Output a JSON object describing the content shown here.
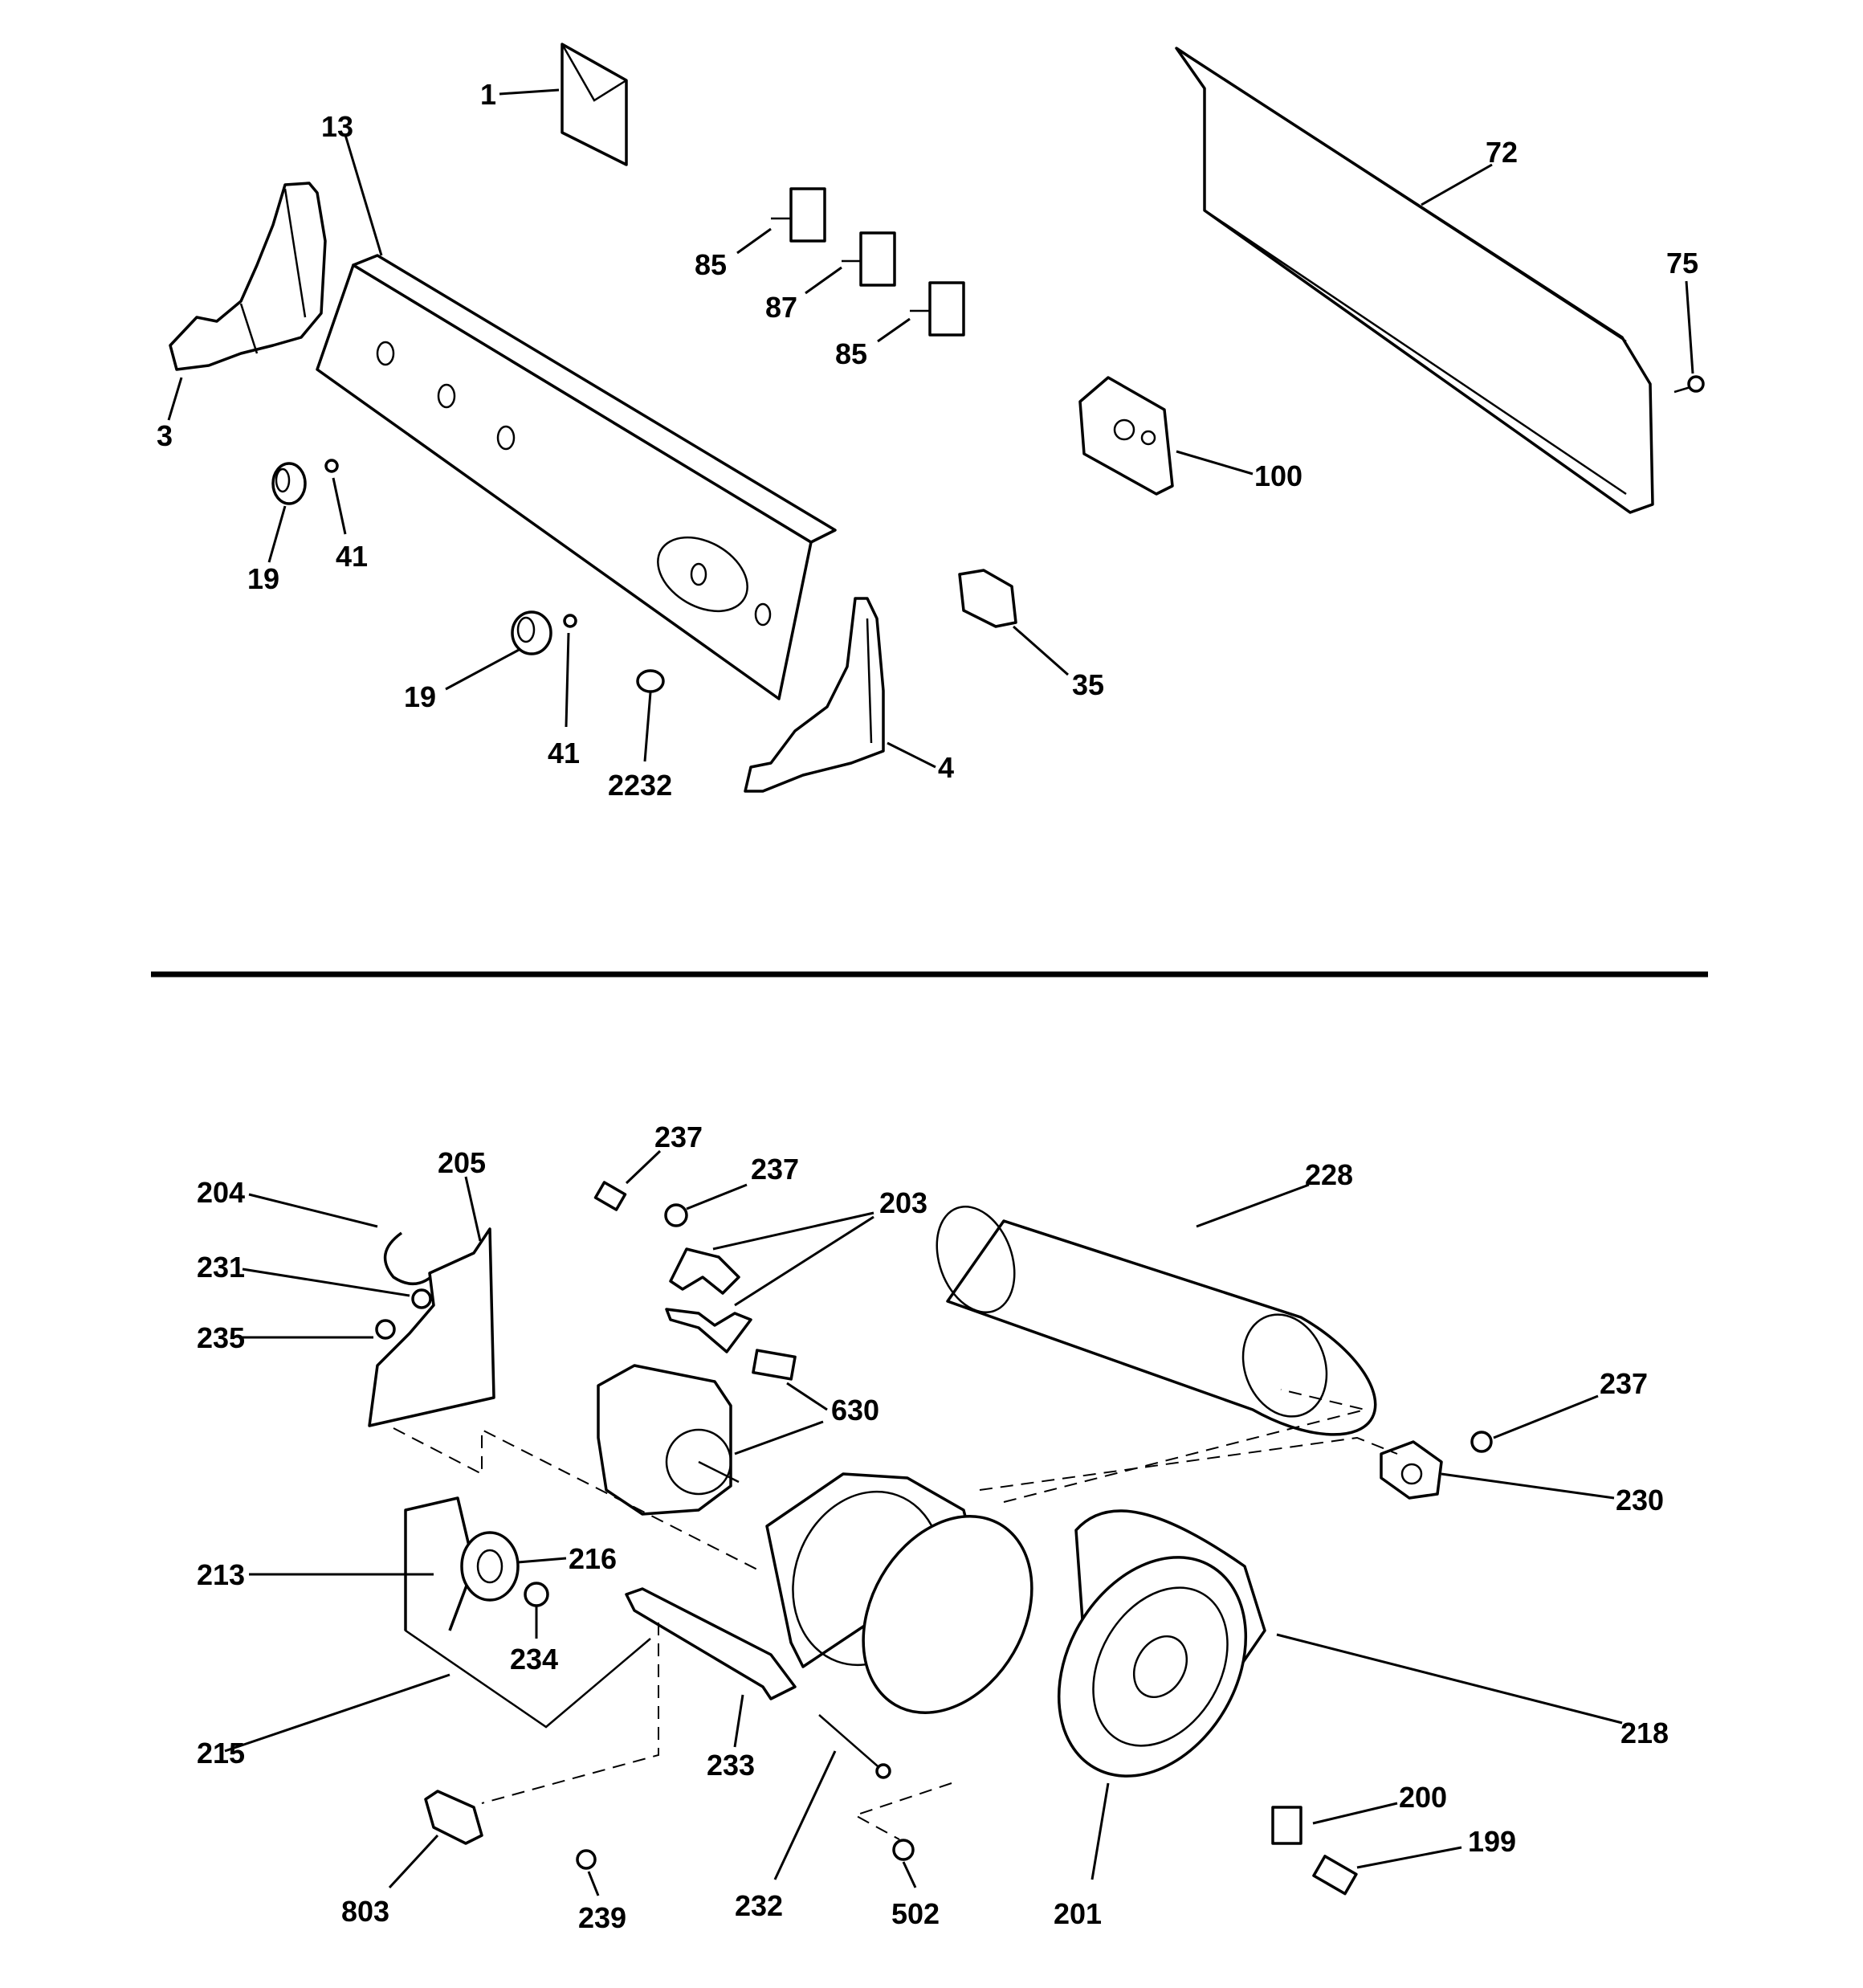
{
  "labels": {
    "p1": "1",
    "p13": "13",
    "p3": "3",
    "p19a": "19",
    "p41a": "41",
    "p19b": "19",
    "p41b": "41",
    "p2232": "2232",
    "p4": "4",
    "p85a": "85",
    "p87": "87",
    "p85b": "85",
    "p72": "72",
    "p75": "75",
    "p100": "100",
    "p35": "35",
    "p204": "204",
    "p205": "205",
    "p231": "231",
    "p235": "235",
    "p237a": "237",
    "p237b": "237",
    "p203": "203",
    "p228": "228",
    "p630": "630",
    "p237c": "237",
    "p230": "230",
    "p213": "213",
    "p216": "216",
    "p234": "234",
    "p215": "215",
    "p233": "233",
    "p218": "218",
    "p232": "232",
    "p803": "803",
    "p239": "239",
    "p502": "502",
    "p201": "201",
    "p200": "200",
    "p199": "199"
  }
}
